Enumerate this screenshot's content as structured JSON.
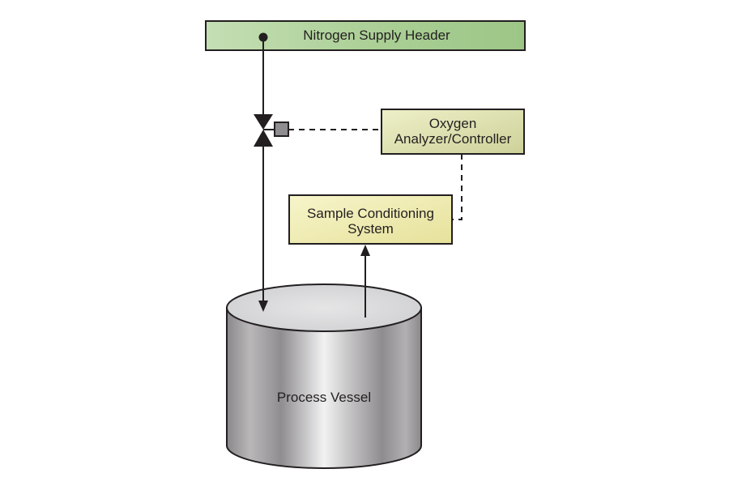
{
  "diagram": {
    "type": "process-flow",
    "nodes": {
      "header": {
        "label": "Nitrogen Supply Header",
        "fill": "#a9cf95"
      },
      "analyzer": {
        "label_line1": "Oxygen",
        "label_line2": "Analyzer/Controller",
        "fill": "#d9dca8"
      },
      "sample": {
        "label_line1": "Sample Conditioning",
        "label_line2": "System",
        "fill": "#f1eeb1"
      },
      "vessel": {
        "label": "Process Vessel"
      },
      "valve": {
        "label": ""
      }
    },
    "edges": [
      {
        "from": "header",
        "to": "valve",
        "style": "solid"
      },
      {
        "from": "valve",
        "to": "vessel",
        "style": "solid-arrow"
      },
      {
        "from": "analyzer",
        "to": "valve",
        "style": "dashed"
      },
      {
        "from": "analyzer",
        "to": "sample",
        "style": "dashed"
      },
      {
        "from": "vessel",
        "to": "sample",
        "style": "solid-arrow"
      }
    ]
  }
}
